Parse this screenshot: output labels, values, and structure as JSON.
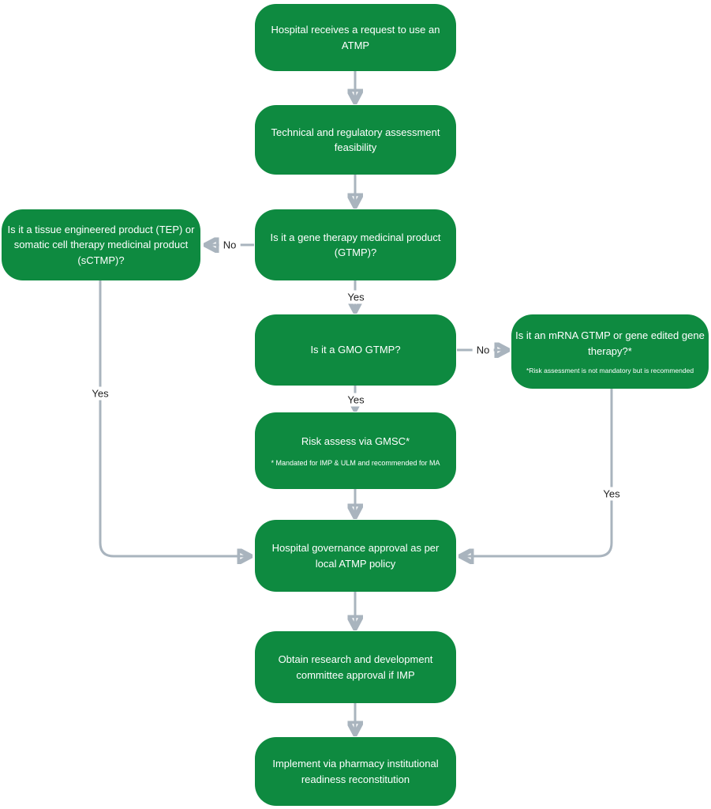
{
  "colors": {
    "node_fill": "#0e8a40",
    "node_text": "#ffffff",
    "connector": "#a9b4be",
    "edge_label_text": "#1f1f1f",
    "background": "#ffffff"
  },
  "nodes": [
    {
      "id": "receive",
      "text": "Hospital receives a request to use an ATMP"
    },
    {
      "id": "feasibility",
      "text": "Technical and regulatory assessment feasibility"
    },
    {
      "id": "gtmp",
      "text": "Is it a gene therapy medicinal product (GTMP)?"
    },
    {
      "id": "tep",
      "text": "Is it a tissue engineered product (TEP) or somatic cell therapy medicinal product (sCTMP)?"
    },
    {
      "id": "gmo",
      "text": "Is it a GMO GTMP?"
    },
    {
      "id": "mrna",
      "text": "Is it an mRNA GTMP or gene edited gene therapy?*",
      "footnote": "*Risk assessment is not mandatory but is recommended"
    },
    {
      "id": "gmsc",
      "text": "Risk assess via GMSC*",
      "footnote": "* Mandated for IMP & ULM and recommended for MA"
    },
    {
      "id": "governance",
      "text": "Hospital governance approval as per local ATMP policy"
    },
    {
      "id": "rnd",
      "text": "Obtain research and development committee approval if IMP"
    },
    {
      "id": "implement",
      "text": "Implement via pharmacy institutional readiness reconstitution"
    }
  ],
  "edge_labels": [
    {
      "id": "gtmp-no",
      "text": "No"
    },
    {
      "id": "gtmp-yes",
      "text": "Yes"
    },
    {
      "id": "gmo-no",
      "text": "No"
    },
    {
      "id": "gmo-yes",
      "text": "Yes"
    },
    {
      "id": "tep-yes",
      "text": "Yes"
    },
    {
      "id": "mrna-yes",
      "text": "Yes"
    }
  ]
}
